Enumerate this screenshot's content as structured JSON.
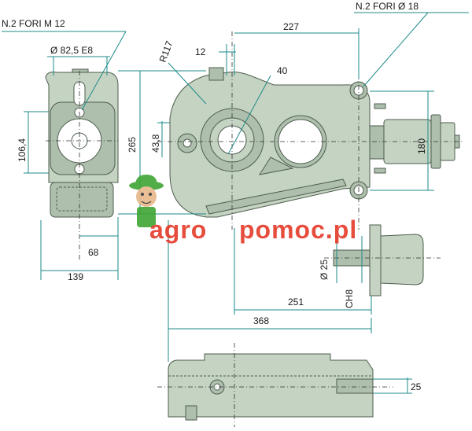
{
  "callouts": {
    "holes_m12": "N.2 FORI M 12",
    "holes_d18": "N.2 FORI Ø 18"
  },
  "dimensions": {
    "flange_dia": "Ø 82,5 E8",
    "d_106": "106,4",
    "d_265": "265",
    "d_43": "43,8",
    "d_68": "68",
    "d_139": "139",
    "r117": "R117",
    "d_12": "12",
    "d_227": "227",
    "d_40": "40",
    "d_180": "180",
    "d_25_dia": "Ø 25",
    "ch8": "CH8",
    "d_251": "251",
    "d_368": "368",
    "d_25": "25"
  },
  "watermark": {
    "text_left": "agro",
    "text_right": "pomoc.pl"
  },
  "colors": {
    "body": "#c5d3c2",
    "dimension": "#1e8a8a",
    "watermark_red": "#e53a29",
    "watermark_green": "#3fa535"
  }
}
